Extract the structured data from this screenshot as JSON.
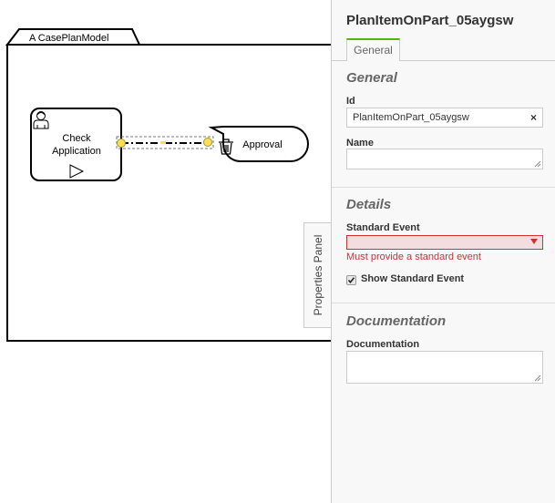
{
  "canvas": {
    "case_plan_model_label": "A CasePlanModel",
    "task": {
      "label_line1": "Check",
      "label_line2": "Application",
      "type_icon": "human-user-icon",
      "marker_icon": "play-marker-icon"
    },
    "milestone": {
      "label": "Approval",
      "context_icon": "trash-icon"
    }
  },
  "panel_toggle": {
    "label": "Properties Panel"
  },
  "panel": {
    "title": "PlanItemOnPart_05aygsw",
    "tabs": [
      {
        "label": "General",
        "active": true
      }
    ],
    "groups": {
      "general": {
        "title": "General",
        "id_label": "Id",
        "id_value": "PlanItemOnPart_05aygsw",
        "id_clear_icon": "×",
        "name_label": "Name",
        "name_value": ""
      },
      "details": {
        "title": "Details",
        "standard_event_label": "Standard Event",
        "standard_event_value": "",
        "standard_event_error": "Must provide a standard event",
        "show_standard_event_label": "Show Standard Event",
        "show_standard_event_checked": true
      },
      "documentation": {
        "title": "Documentation",
        "documentation_label": "Documentation",
        "documentation_value": ""
      }
    },
    "colors": {
      "active_tab_accent": "#52b415",
      "error_text": "#cc3333",
      "error_background": "#f2dede"
    }
  }
}
